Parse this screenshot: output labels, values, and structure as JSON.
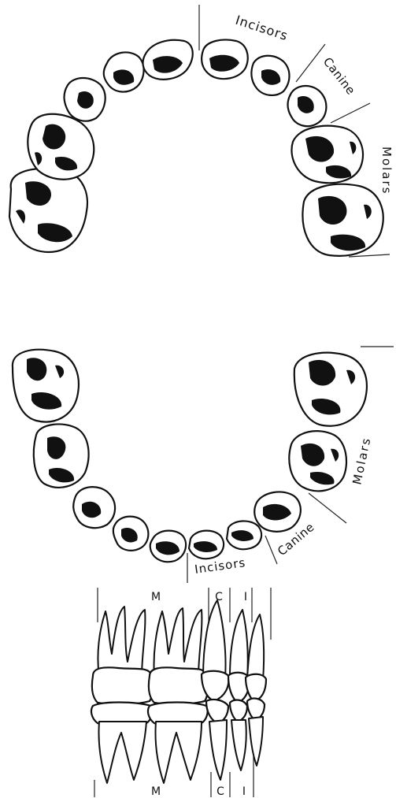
{
  "upper_arch": {
    "label_incisors": "Incisors",
    "label_canine": "Canine",
    "label_molars": "Molars"
  },
  "lower_arch": {
    "label_incisors": "Incisors",
    "label_canine": "Canine",
    "label_molars": "Molars"
  },
  "side_view": {
    "top_labels": {
      "molars": "M",
      "canine": "C",
      "incisors": "I"
    },
    "bottom_labels": {
      "molars": "M",
      "canine": "C",
      "incisors": "I"
    }
  }
}
